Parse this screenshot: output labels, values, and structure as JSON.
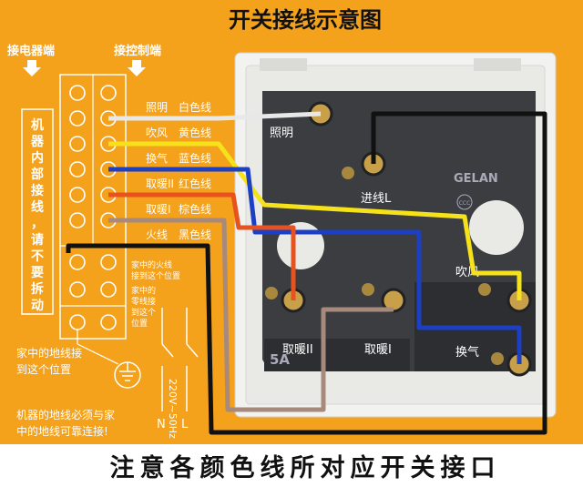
{
  "title": "开关接线示意图",
  "footer": "注意各颜色线所对应开关接口",
  "header_left": "接电器端",
  "header_right": "接控制端",
  "vertical_note": [
    "机",
    "器",
    "内",
    "部",
    "接",
    "线",
    "，",
    "请",
    "不",
    "要",
    "拆",
    "动"
  ],
  "wire_labels": [
    {
      "name": "照明",
      "color": "白色线"
    },
    {
      "name": "吹风",
      "color": "黄色线"
    },
    {
      "name": "换气",
      "color": "蓝色线"
    },
    {
      "name": "取暖II",
      "color": "红色线"
    },
    {
      "name": "取暖I",
      "color": "棕色线"
    },
    {
      "name": "火线",
      "color": "黑色线"
    }
  ],
  "small_note_1": [
    "家中的火线",
    "接到这个位置"
  ],
  "small_note_2": [
    "家中的",
    "零线接",
    "到这个",
    "位置"
  ],
  "ground_note": [
    "家中的地线接",
    "到这个位置"
  ],
  "ground_warning": [
    "机器的地线必须与家",
    "中的地线可靠连接!"
  ],
  "supply_label": "220V~50Hz",
  "n_label": "N",
  "l_label": "L",
  "switch_labels": {
    "lighting": "照明",
    "input": "进线L",
    "blow": "吹风",
    "vent": "换气",
    "heat2": "取暖II",
    "heat1": "取暖I"
  },
  "brand": "GELAN",
  "rating": "5A",
  "ccc": "CCC",
  "wire_colors": {
    "white": "#e8e8e8",
    "yellow": "#f5e21a",
    "blue": "#1c3fc4",
    "red": "#e8521e",
    "brown": "#a88a7c",
    "black": "#111111"
  }
}
